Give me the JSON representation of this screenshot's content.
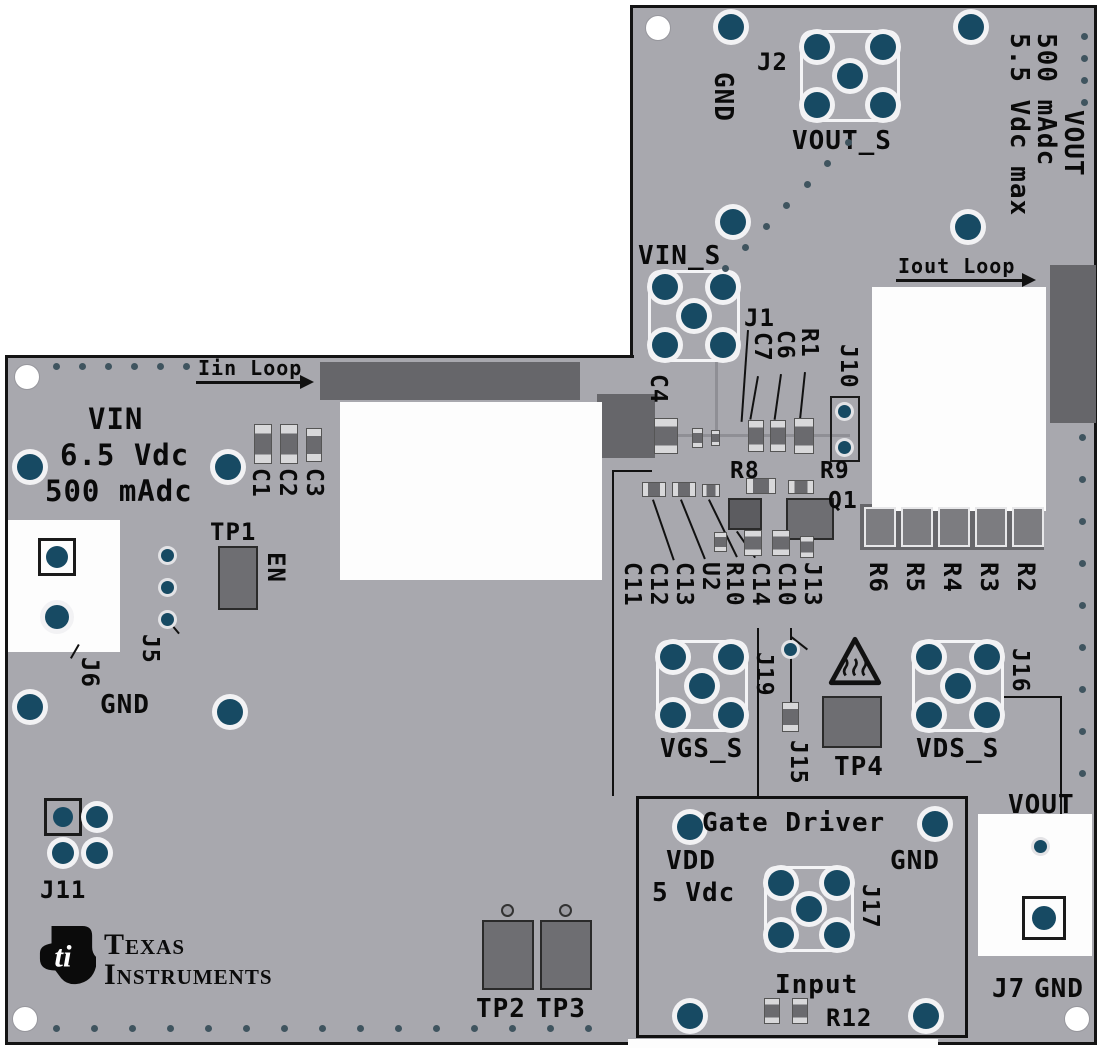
{
  "top": {
    "j2": "J2",
    "gnd": "GND",
    "vout_s": "VOUT_S",
    "rating1": "5.5 Vdc max",
    "rating2": "500 mAdc",
    "rating3": "VOUT",
    "vin_s": "VIN_S",
    "iout_loop": "Iout Loop"
  },
  "left": {
    "iin_loop": "Iin Loop",
    "vin": "VIN",
    "rating1": "6.5 Vdc",
    "rating2": "500 mAdc",
    "c1": "C1",
    "c2": "C2",
    "c3": "C3",
    "tp1": "TP1",
    "en": "EN",
    "j5": "J5",
    "j6": "J6",
    "gnd": "GND",
    "j11": "J11"
  },
  "center": {
    "j1": "J1",
    "c4": "C4",
    "c7": "C7",
    "c6": "C6",
    "r1": "R1",
    "j10": "J10",
    "r8": "R8",
    "r9": "R9",
    "q1": "Q1",
    "c11": "C11",
    "c12": "C12",
    "c13": "C13",
    "u2": "U2",
    "r10": "R10",
    "c14": "C14",
    "c10": "C10",
    "j13": "J13",
    "r6": "R6",
    "r5": "R5",
    "r4": "R4",
    "r3": "R3",
    "r2": "R2",
    "vgs_s": "VGS_S",
    "j19": "J19",
    "j15": "J15",
    "tp4": "TP4",
    "vds_s": "VDS_S",
    "j16": "J16"
  },
  "bottom": {
    "tp2": "TP2",
    "tp3": "TP3",
    "gate_driver": "Gate Driver",
    "vdd": "VDD",
    "vdd_v": "5 Vdc",
    "gnd": "GND",
    "j17": "J17",
    "input": "Input",
    "r12": "R12",
    "vout": "VOUT",
    "j7": "J7",
    "j7_gnd": "GND"
  },
  "logo": {
    "line1": "Texas",
    "line2": "Instruments"
  },
  "colors": {
    "board": "#a8a8ae",
    "pad_teal": "#174a63",
    "copper_dark": "#66666a",
    "silkscreen": "#0a0a0a",
    "background": "#ffffff"
  }
}
